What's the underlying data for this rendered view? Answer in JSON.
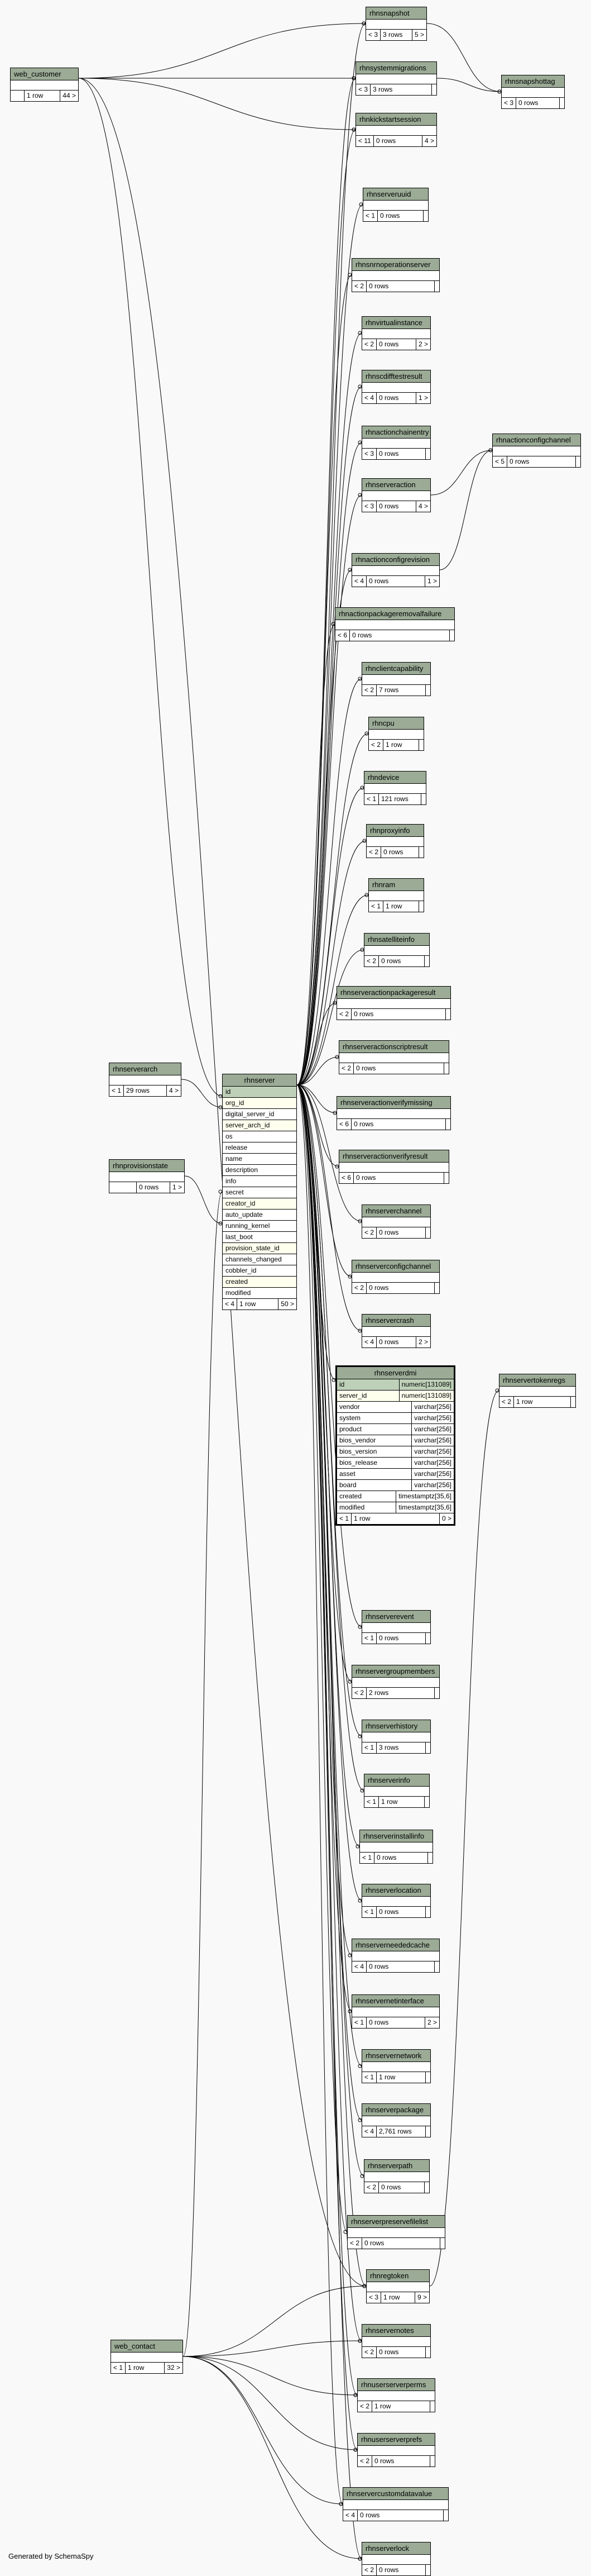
{
  "footer": "Generated by SchemaSpy",
  "tables": {
    "rhnsnapshot": {
      "name": "rhnsnapshot",
      "footer": [
        "< 3",
        "3 rows",
        "5 >"
      ]
    },
    "rhnsystemmigrations": {
      "name": "rhnsystemmigrations",
      "footer": [
        "< 3",
        "3 rows",
        ""
      ]
    },
    "rhnkickstartsession": {
      "name": "rhnkickstartsession",
      "footer": [
        "< 11",
        "0 rows",
        "4 >"
      ]
    },
    "rhnserveruuid": {
      "name": "rhnserveruuid",
      "footer": [
        "< 1",
        "0 rows",
        ""
      ]
    },
    "rhnsnapshottag": {
      "name": "rhnsnapshottag",
      "footer": [
        "< 3",
        "0 rows",
        ""
      ]
    },
    "web_customer": {
      "name": "web_customer",
      "footer": [
        "",
        "1 row",
        "44 >"
      ]
    },
    "rhnserverarch": {
      "name": "rhnserverarch",
      "footer": [
        "< 1",
        "29 rows",
        "4 >"
      ]
    },
    "rhnprovisionstate": {
      "name": "rhnprovisionstate",
      "footer": [
        "",
        "0 rows",
        "1 >"
      ]
    },
    "web_contact": {
      "name": "web_contact",
      "footer": [
        "< 1",
        "1 row",
        "32 >"
      ]
    },
    "rhnactionconfigchannel": {
      "name": "rhnactionconfigchannel",
      "footer": [
        "< 5",
        "0 rows",
        ""
      ]
    },
    "rhnservertokenregs": {
      "name": "rhnservertokenregs",
      "footer": [
        "< 2",
        "1 row",
        ""
      ]
    },
    "rhnserver": {
      "name": "rhnserver",
      "columns": [
        "id",
        "org_id",
        "digital_server_id",
        "server_arch_id",
        "os",
        "release",
        "name",
        "description",
        "info",
        "secret",
        "creator_id",
        "auto_update",
        "running_kernel",
        "last_boot",
        "provision_state_id",
        "channels_changed",
        "cobbler_id",
        "created",
        "modified"
      ],
      "footer": [
        "< 4",
        "1 row",
        "50 >"
      ]
    },
    "rhnserverdmi": {
      "name": "rhnserverdmi",
      "columns": [
        {
          "name": "id",
          "type": "numeric[131089]"
        },
        {
          "name": "server_id",
          "type": "numeric[131089]"
        },
        {
          "name": "vendor",
          "type": "varchar[256]"
        },
        {
          "name": "system",
          "type": "varchar[256]"
        },
        {
          "name": "product",
          "type": "varchar[256]"
        },
        {
          "name": "bios_vendor",
          "type": "varchar[256]"
        },
        {
          "name": "bios_version",
          "type": "varchar[256]"
        },
        {
          "name": "bios_release",
          "type": "varchar[256]"
        },
        {
          "name": "asset",
          "type": "varchar[256]"
        },
        {
          "name": "board",
          "type": "varchar[256]"
        },
        {
          "name": "created",
          "type": "timestamptz[35,6]"
        },
        {
          "name": "modified",
          "type": "timestamptz[35,6]"
        }
      ],
      "footer": [
        "< 1",
        "1 row",
        "0 >"
      ]
    },
    "rhnservernoperationserver": {
      "name": "rhnsnrnoperationserver",
      "footer": [
        "< 2",
        "0 rows",
        ""
      ]
    },
    "rhnvirtualinstance": {
      "name": "rhnvirtualinstance",
      "footer": [
        "< 2",
        "0 rows",
        "2 >"
      ]
    },
    "rhnscdifftestresult": {
      "name": "rhnscdifftestresult",
      "footer": [
        "< 4",
        "0 rows",
        "1 >"
      ]
    },
    "rhnactionchainentry": {
      "name": "rhnactionchainentry",
      "footer": [
        "< 3",
        "0 rows",
        ""
      ]
    },
    "rhnserveraction": {
      "name": "rhnserveraction",
      "footer": [
        "< 3",
        "0 rows",
        "4 >"
      ]
    },
    "rhnactionconfigrevision": {
      "name": "rhnactionconfigrevision",
      "footer": [
        "< 4",
        "0 rows",
        "1 >"
      ]
    },
    "rhnactionpackageremovalfailure": {
      "name": "rhnactionpackageremovalfailure",
      "footer": [
        "< 6",
        "0 rows",
        ""
      ]
    },
    "rhnclientcapability": {
      "name": "rhnclientcapability",
      "footer": [
        "< 2",
        "7 rows",
        ""
      ]
    },
    "rhncpu": {
      "name": "rhncpu",
      "footer": [
        "< 2",
        "1 row",
        ""
      ]
    },
    "rhndevice": {
      "name": "rhndevice",
      "footer": [
        "< 1",
        "121 rows",
        ""
      ]
    },
    "rhnproxyinfo": {
      "name": "rhnproxyinfo",
      "footer": [
        "< 2",
        "0 rows",
        ""
      ]
    },
    "rhnram": {
      "name": "rhnram",
      "footer": [
        "< 1",
        "1 row",
        ""
      ]
    },
    "rhnsatelliteinfo": {
      "name": "rhnsatelliteinfo",
      "footer": [
        "< 2",
        "0 rows",
        ""
      ]
    },
    "rhnserveractionpackageresult": {
      "name": "rhnserveractionpackageresult",
      "footer": [
        "< 2",
        "0 rows",
        ""
      ]
    },
    "rhnserveractionscriptresult": {
      "name": "rhnserveractionscriptresult",
      "footer": [
        "< 2",
        "0 rows",
        ""
      ]
    },
    "rhnserveractionverifymissing": {
      "name": "rhnserveractionverifymissing",
      "footer": [
        "< 6",
        "0 rows",
        ""
      ]
    },
    "rhnserveractionverifyresult": {
      "name": "rhnserveractionverifyresult",
      "footer": [
        "< 6",
        "0 rows",
        ""
      ]
    },
    "rhnserverchannel": {
      "name": "rhnserverchannel",
      "footer": [
        "< 2",
        "0 rows",
        ""
      ]
    },
    "rhnserverconfigchannel": {
      "name": "rhnserverconfigchannel",
      "footer": [
        "< 2",
        "0 rows",
        ""
      ]
    },
    "rhnservercrash": {
      "name": "rhnservercrash",
      "footer": [
        "< 4",
        "0 rows",
        "2 >"
      ]
    },
    "rhnserverevent": {
      "name": "rhnserverevent",
      "footer": [
        "< 1",
        "0 rows",
        ""
      ]
    },
    "rhnservergroupmembers": {
      "name": "rhnservergroupmembers",
      "footer": [
        "< 2",
        "2 rows",
        ""
      ]
    },
    "rhnserverhistory": {
      "name": "rhnserverhistory",
      "footer": [
        "< 1",
        "3 rows",
        ""
      ]
    },
    "rhnserverinfo": {
      "name": "rhnserverinfo",
      "footer": [
        "< 1",
        "1 row",
        ""
      ]
    },
    "rhnserverinstallinfo": {
      "name": "rhnserverinstallinfo",
      "footer": [
        "< 1",
        "0 rows",
        ""
      ]
    },
    "rhnserverlocation": {
      "name": "rhnserverlocation",
      "footer": [
        "< 1",
        "0 rows",
        ""
      ]
    },
    "rhnserverneededcache": {
      "name": "rhnserverneededcache",
      "footer": [
        "< 4",
        "0 rows",
        ""
      ]
    },
    "rhnservernetinterface": {
      "name": "rhnservernetinterface",
      "footer": [
        "< 1",
        "0 rows",
        "2 >"
      ]
    },
    "rhnservernetwork": {
      "name": "rhnservernetwork",
      "footer": [
        "< 1",
        "1 row",
        ""
      ]
    },
    "rhnserverpackage": {
      "name": "rhnserverpackage",
      "footer": [
        "< 4",
        "2,761 rows",
        ""
      ]
    },
    "rhnserverpath": {
      "name": "rhnserverpath",
      "footer": [
        "< 2",
        "0 rows",
        ""
      ]
    },
    "rhnserverpreservefilelist": {
      "name": "rhnserverpreservefilelist",
      "footer": [
        "< 2",
        "0 rows",
        ""
      ]
    },
    "rhnregtoken": {
      "name": "rhnregtoken",
      "footer": [
        "< 3",
        "1 row",
        "9 >"
      ]
    },
    "rhnservernotes": {
      "name": "rhnservernotes",
      "footer": [
        "< 2",
        "0 rows",
        ""
      ]
    },
    "rhnuserserverperms": {
      "name": "rhnuserserverperms",
      "footer": [
        "< 2",
        "1 row",
        ""
      ]
    },
    "rhnuserserverprefs": {
      "name": "rhnuserserverprefs",
      "footer": [
        "< 2",
        "0 rows",
        ""
      ]
    },
    "rhnservercustomdatavalue": {
      "name": "rhnservercustomdatavalue",
      "footer": [
        "< 4",
        "0 rows",
        ""
      ]
    },
    "rhnserverlock": {
      "name": "rhnserverlock",
      "footer": [
        "< 2",
        "0 rows",
        ""
      ]
    }
  }
}
